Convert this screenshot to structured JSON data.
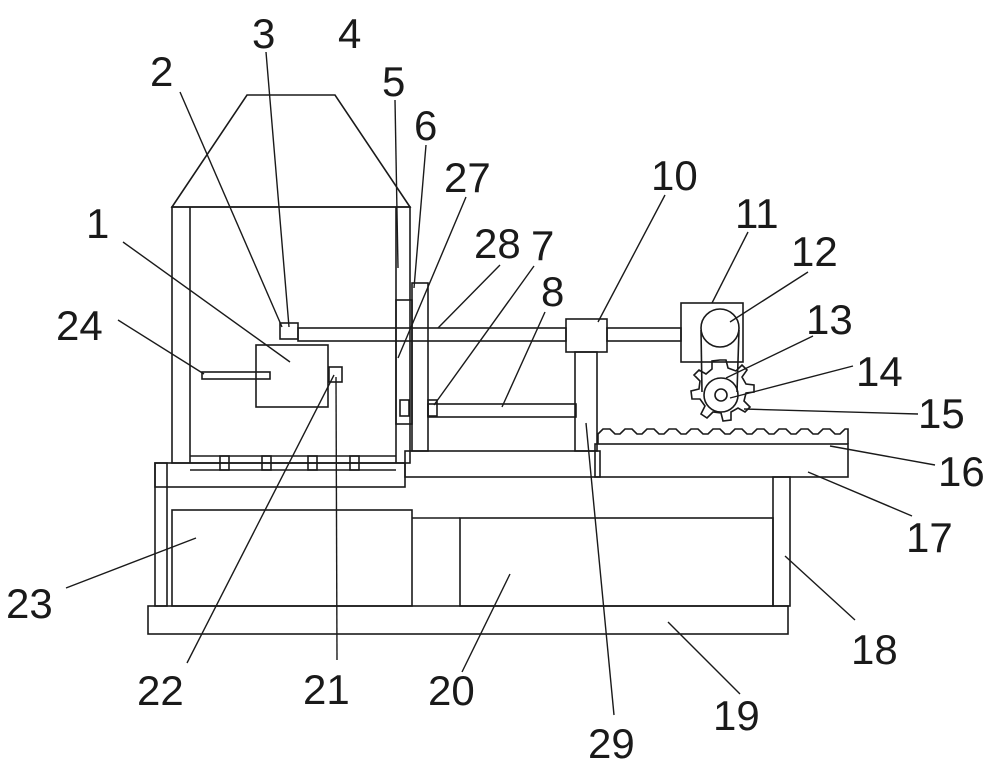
{
  "figure": {
    "labels": {
      "l1": "1",
      "l2": "2",
      "l3": "3",
      "l4": "4",
      "l5": "5",
      "l6": "6",
      "l7": "7",
      "l8": "8",
      "l10": "10",
      "l11": "11",
      "l12": "12",
      "l13": "13",
      "l14": "14",
      "l15": "15",
      "l16": "16",
      "l17": "17",
      "l18": "18",
      "l19": "19",
      "l20": "20",
      "l21": "21",
      "l22": "22",
      "l23": "23",
      "l24": "24",
      "l27": "27",
      "l28": "28",
      "l29": "29"
    }
  }
}
